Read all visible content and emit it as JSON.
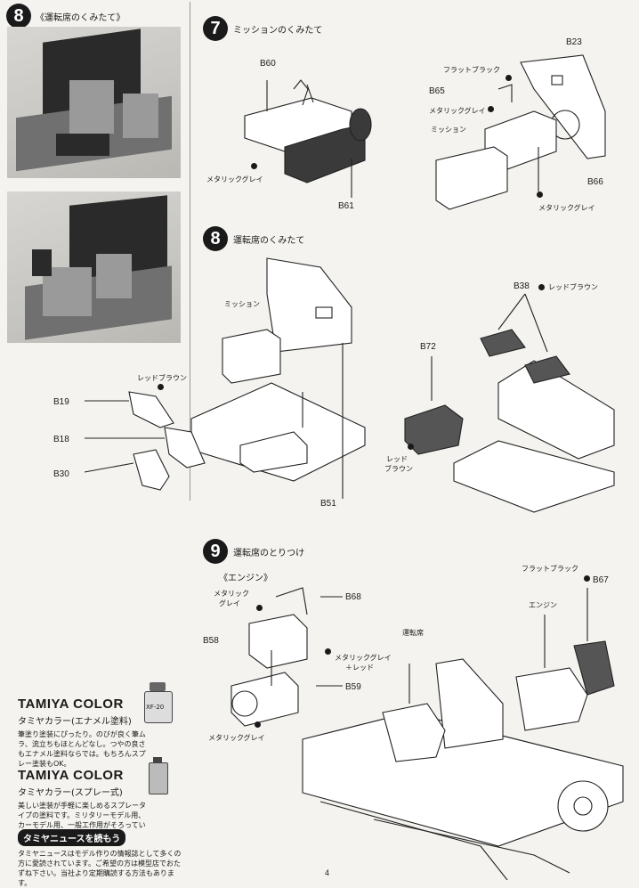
{
  "steps": {
    "s8_photo": {
      "number": "8",
      "title": "《運転席のくみたて》"
    },
    "s7": {
      "number": "7",
      "title": "ミッションのくみたて"
    },
    "s8": {
      "number": "8",
      "title": "運転席のくみたて"
    },
    "s9": {
      "number": "9",
      "title": "運転席のとりつけ",
      "subtitle": "《エンジン》"
    }
  },
  "labels": {
    "b60": "B60",
    "b61": "B61",
    "b23": "B23",
    "b65": "B65",
    "b66": "B66",
    "metallic_grey_7a": "メタリックグレイ",
    "flat_black_7": "フラットブラック",
    "metallic_grey_7b": "メタリックグレイ",
    "mission_7": "ミッション",
    "metallic_grey_7c": "メタリックグレイ",
    "mission_8": "ミッション",
    "red_brown_8": "レッドブラウン",
    "b19": "B19",
    "b18": "B18",
    "b30": "B30",
    "b51": "B51",
    "b38": "B38",
    "red_brown_8b": "レッドブラウン",
    "b72": "B72",
    "red_brown_8c_1": "レッド",
    "red_brown_8c_2": "ブラウン",
    "metallic_9a_1": "メタリック",
    "metallic_9a_2": "グレイ",
    "b68": "B68",
    "b58": "B58",
    "b59": "B59",
    "metallic_red_9_1": "メタリックグレイ",
    "metallic_red_9_2": "＋レッド",
    "metallic_grey_9b": "メタリックグレイ",
    "unten_seki": "運転席",
    "flat_black_9": "フラットブラック",
    "b67": "B67",
    "engine_9": "エンジン"
  },
  "tamiya": {
    "enamel_brand": "TAMIYA COLOR",
    "enamel_sub": "タミヤカラー(エナメル塗料)",
    "enamel_body": "筆塗り塗装にぴったり。のびが良く筆ムラ、流立ちもほとんどなし。つやの良さもエナメル塗料ならでは。もちろんスプレー塗装もOK。",
    "spray_brand": "TAMIYA COLOR",
    "spray_sub": "タミヤカラー(スプレー式)",
    "spray_body": "美しい塗装が手軽に楽しめるスプレータイプの塗料です。ミリタリーモデル用、カーモデル用、一般工作用がそろっています。",
    "news_head": "タミヤニュースを読もう",
    "news_body": "タミヤニュースはモデル作りの情報誌として多くの方に愛読されています。ご希望の方は模型店でおたずね下さい。当社より定期購読する方法もあります。",
    "bottle_label": "XF-20"
  },
  "page_number": "4"
}
